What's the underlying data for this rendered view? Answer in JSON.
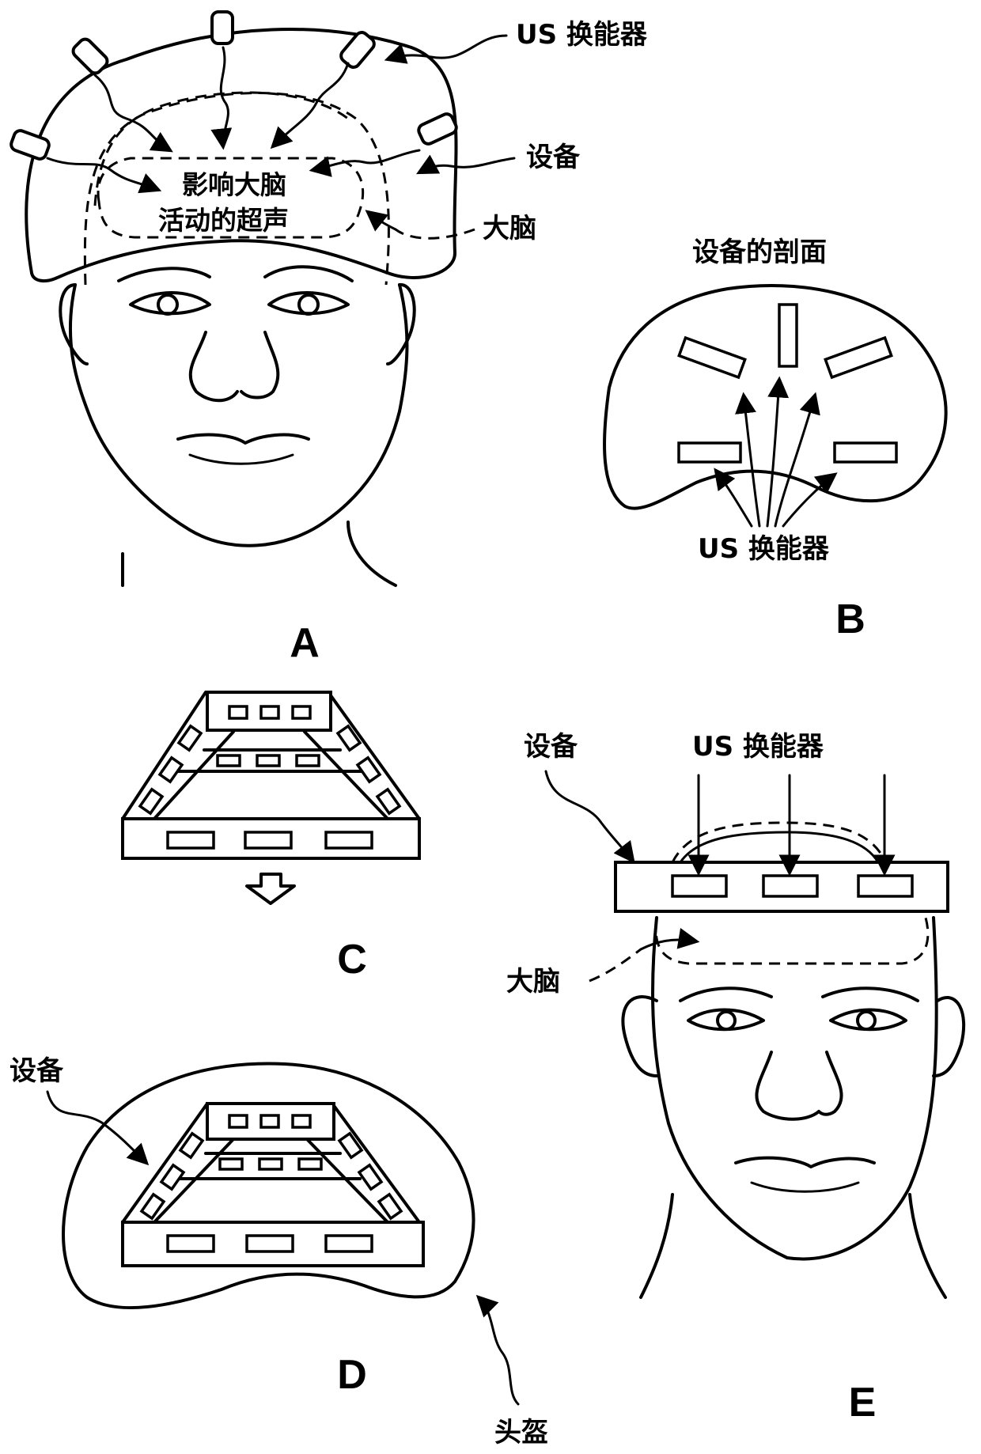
{
  "panels": {
    "a": {
      "letter": "A",
      "label_transducer": "US 换能器",
      "label_device": "设备",
      "label_brain": "大脑",
      "label_ultrasound_line1": "影响大脑",
      "label_ultrasound_line2": "活动的超声"
    },
    "b": {
      "letter": "B",
      "title": "设备的剖面",
      "label_transducer": "US 换能器"
    },
    "c": {
      "letter": "C"
    },
    "d": {
      "letter": "D",
      "label_device": "设备",
      "label_skull": "头盔"
    },
    "e": {
      "letter": "E",
      "label_device": "设备",
      "label_transducer": "US 换能器",
      "label_brain": "大脑"
    }
  }
}
